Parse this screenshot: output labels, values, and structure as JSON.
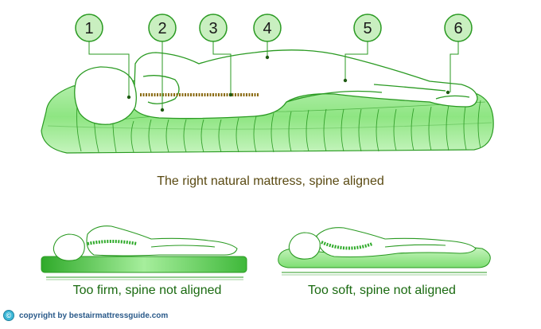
{
  "markers": [
    "1",
    "2",
    "3",
    "4",
    "5",
    "6"
  ],
  "captions": {
    "main": "The right natural mattress, spine aligned",
    "firm": "Too firm, spine not aligned",
    "soft": "Too soft, spine not aligned"
  },
  "copyright": "copyright by bestairmattressguide.com",
  "colors": {
    "mattress_light": "#b8f0b0",
    "mattress_mid": "#7ede72",
    "mattress_dark": "#2faa2a",
    "outline": "#2a9a22",
    "marker_fill": "#c9efc0",
    "spine": "#8a6a10",
    "caption_main": "#5a4a12",
    "caption_small": "#1a6a10"
  }
}
